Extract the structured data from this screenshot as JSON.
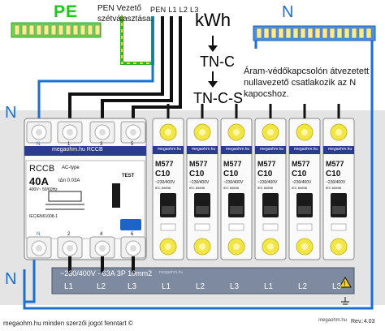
{
  "pe_bar": {
    "label": "PE",
    "note": "PEN Vezető szétválasztása."
  },
  "pen_label": "PEN L1 L2 L3",
  "meter": {
    "label": "kWh"
  },
  "steps": {
    "first": "TN-C",
    "second": "TN-C-S"
  },
  "neutral_bar": {
    "label": "N",
    "note": "Áram-védőkapcsolón átvezetett nullavezető csatlakozik az N kapocshoz."
  },
  "side_labels": [
    "N",
    "N"
  ],
  "rccb": {
    "brand": "megaohm.hu RCCB",
    "type_title": "RCCB",
    "type": "AC-type",
    "rating": "40A",
    "sensitivity": "IΔn 0.03A",
    "voltage": "400V~  50/60Hz",
    "standard": "IEC/EN61008-1",
    "test_label": "TEST",
    "top_terminals": [
      "N",
      "1",
      "3",
      "5"
    ],
    "bottom_terminals": [
      "N",
      "2",
      "4",
      "6"
    ]
  },
  "breakers": {
    "brand": "megaohm.hu",
    "model": "M577",
    "rating": "C10",
    "voltage": "~230/400V",
    "standard": "IEC 60898",
    "count": 6
  },
  "bottom_strip": {
    "spec": "~230/400V - 63A  3P  10mm2",
    "brand": "megaohm.hu"
  },
  "phase_labels": [
    "L1",
    "L2",
    "L3",
    "L1",
    "L2",
    "L3",
    "L1",
    "L2",
    "L3"
  ],
  "footer": {
    "copyright": "megaohm.hu minden szerzői jogot fenntart ©",
    "site": "megaohm.hu",
    "revision": "Rev.:4.03"
  },
  "colors": {
    "pe": "#22c51e",
    "neutral": "#1b6fd1",
    "phase": "#111111",
    "wire_neutral": "#1b6fd1",
    "terminal": "#f2e646"
  }
}
